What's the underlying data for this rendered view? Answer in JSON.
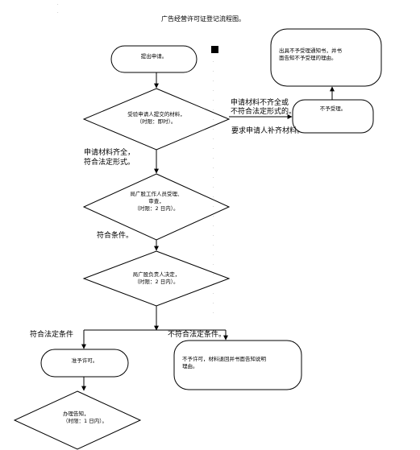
{
  "title": "广告经营许可证登记流程图。",
  "steps": {
    "submit": "提出申请。",
    "check_lines": [
      "受验申请人提交的材料，",
      "（时限：即时）。"
    ],
    "not_accept": "不予受理。",
    "notify_lines": [
      "出具不予受理通知书，并书",
      "面告知不予受理的理由。"
    ],
    "review1_lines": [
      "局广股工作人员受理、",
      "审查，",
      "（时限：2 日内）。"
    ],
    "review2_lines": [
      "局广股负责人决定，",
      "（时限：2 日内）。"
    ],
    "grant": "准予许可。",
    "deny_lines": [
      "不予许可，材料退回并书面告知说明",
      "理由。"
    ],
    "certificate_lines": [
      "办理告知，",
      "（时限：1 日内）。"
    ]
  },
  "labels": {
    "incomplete_lines": [
      "申请材料不齐全或",
      "不符合法定形式的。"
    ],
    "supplement": "要求申请人补齐材料。",
    "complete_lines": [
      "申请材料齐全，",
      "符合法定形式。"
    ],
    "meets": "符合条件。",
    "legal_ok": "符合法定条件",
    "legal_no": "不符合法定条件。"
  }
}
